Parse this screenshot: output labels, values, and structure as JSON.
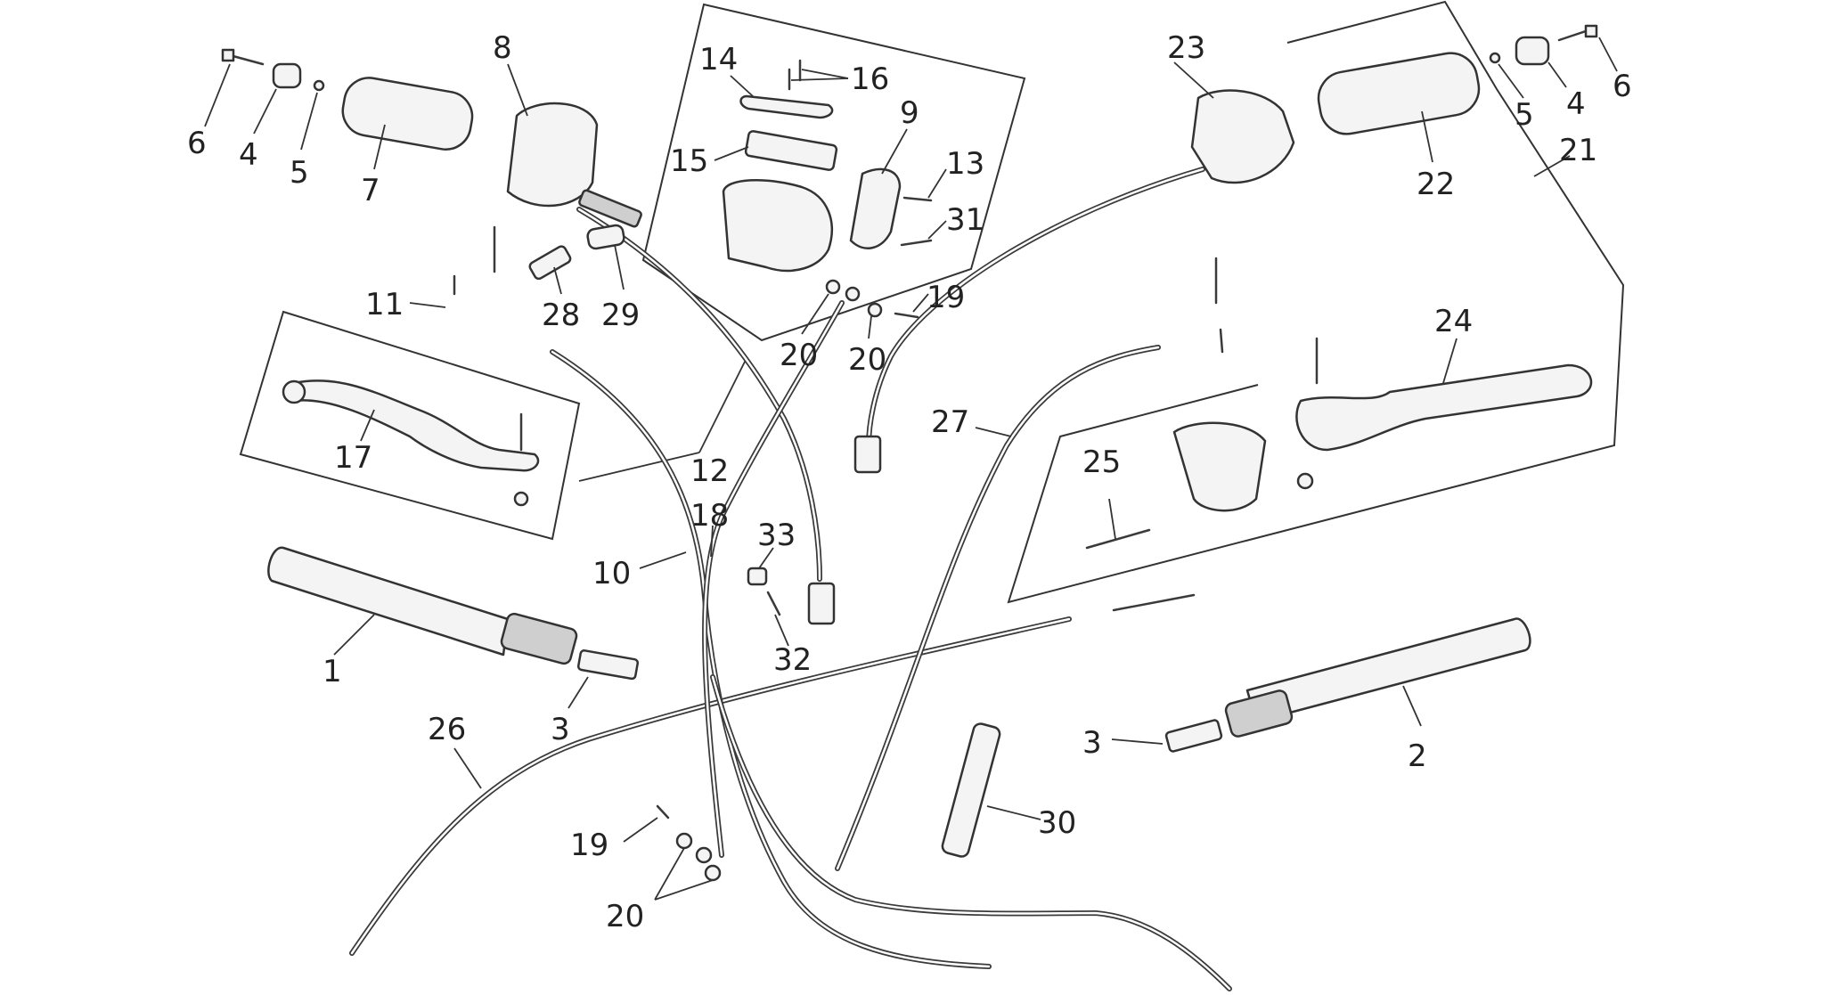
{
  "callouts": {
    "c1": "1",
    "c2": "2",
    "c3a": "3",
    "c3b": "3",
    "c4a": "4",
    "c4b": "4",
    "c5a": "5",
    "c5b": "5",
    "c6a": "6",
    "c6b": "6",
    "c7": "7",
    "c8": "8",
    "c9": "9",
    "c10": "10",
    "c11": "11",
    "c12": "12",
    "c13": "13",
    "c14": "14",
    "c15": "15",
    "c16": "16",
    "c17": "17",
    "c18": "18",
    "c19a": "19",
    "c19b": "19",
    "c20a": "20",
    "c20b": "20",
    "c20c": "20",
    "c21": "21",
    "c22": "22",
    "c23": "23",
    "c24": "24",
    "c25": "25",
    "c26": "26",
    "c27": "27",
    "c28": "28",
    "c29": "29",
    "c30": "30",
    "c31": "31",
    "c32": "32",
    "c33": "33"
  }
}
